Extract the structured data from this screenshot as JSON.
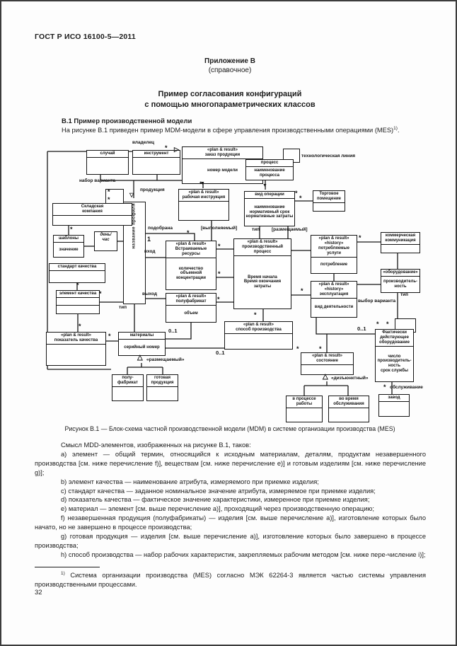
{
  "page": {
    "header": "ГОСТ Р ИСО 16100-5—2011",
    "annex": {
      "line1": "Приложение В",
      "line2": "(справочное)"
    },
    "title": {
      "line1": "Пример согласования конфигураций",
      "line2": "с помощью многопараметрических классов"
    },
    "section_heading": "В.1 Пример производственной модели",
    "intro": {
      "text": "На рисунке В.1 приведен пример MDM-модели в сфере управления производственными операциями (MES)",
      "footnote_ref": "1)",
      "suffix": "."
    },
    "caption": "Рисунок В.1 — Блок-схема частной производственной модели (MDM) в системе организации производства (MES)",
    "paragraphs": [
      "Смысл MDD-элементов, изображенных на рисунке В.1, таков:",
      "а) элемент — общий термин, относящийся к исходным материалам, деталям, продуктам незавершенного производства [см. ниже перечисление f)], веществам [см. ниже перечисление е)] и готовым изделиям [см. ниже перечисление g)];",
      "b) элемент качества — наименование атрибута, измеряемого при приемке изделия;",
      "c) стандарт качества — заданное номинальное значение атрибута, измеряемое при приемке изделия;",
      "d) показатель качества — фактическое значение характеристики, измеренное при приемке изделия;",
      "е) материал — элемент [см. выше перечисление а)], проходящий через производственную операцию;",
      "f) незавершенная продукция (полуфабрикаты) — изделия [см. выше перечисление а)], изготовление которых было начато, но не завершено в процессе производства;",
      "g) готовая продукция — изделия [см. выше перечисление а)], изготовление которых было завершено в процессе производства;",
      "h) способ производства — набор рабочих характеристик, закрепляемых рабочим методом [см. ниже пере-числение i)];"
    ],
    "footnote": {
      "ref": "1)",
      "text": "Система организации производства (MES) согласно МЭК 62264-3 является частью системы управления производственными процессами."
    },
    "page_number": "32"
  },
  "diagram": {
    "asterisk": "*",
    "nodes": [
      {
        "id": "process_self",
        "comps": [
          ""
        ]
      },
      {
        "id": "fakt_self",
        "comps": [
          ""
        ]
      },
      {
        "id": "nabor_box",
        "comps": [
          ""
        ]
      },
      {
        "id": "sluchay",
        "comps": [
          "случай",
          ""
        ]
      },
      {
        "id": "instrument",
        "comps": [
          "инструмент",
          ""
        ]
      },
      {
        "id": "zakaz",
        "comps": [
          "«plan & result»\nзаказ продукции",
          "номер модели"
        ]
      },
      {
        "id": "rab_instr",
        "comps": [
          "«plan & result»\nрабочая инструкция",
          ""
        ]
      },
      {
        "id": "process",
        "comps": [
          "процесс",
          "наименование\nпроцесса"
        ]
      },
      {
        "id": "vid_oper",
        "comps": [
          "вид операции",
          "наименование\nнормативный срок\nнормативные затраты"
        ]
      },
      {
        "id": "torg",
        "comps": [
          "Торговое\nпомещение",
          ""
        ]
      },
      {
        "id": "uslugi",
        "comps": [
          "«plan & result»\n«history»\nпотребляемые\nуслуги",
          "потребление"
        ]
      },
      {
        "id": "kommerc",
        "comps": [
          "коммерческая\nкоммуникация",
          ""
        ]
      },
      {
        "id": "oborud",
        "comps": [
          "«оборудование»",
          "производитель-\nность"
        ]
      },
      {
        "id": "ekspl",
        "comps": [
          "«plan & result»\n«history»\nэксплуатация",
          "вид деятельности"
        ]
      },
      {
        "id": "proizv",
        "comps": [
          "«plan & result»\nпроизводственный\nпроцесс",
          "Время начала\nВремя окончания\nзатраты"
        ]
      },
      {
        "id": "sposob",
        "comps": [
          "«plan & result»\nспособ производства",
          ""
        ]
      },
      {
        "id": "vstr",
        "comps": [
          "«plan & result»\nВстраиваемые\nресурсы",
          "количество\nобъемной\nконцентрации"
        ]
      },
      {
        "id": "polufab_mid",
        "comps": [
          "«plan & result»\nполуфабрикат",
          "объем"
        ]
      },
      {
        "id": "profil",
        "comps": [
          "название профиля"
        ]
      },
      {
        "id": "sklad",
        "comps": [
          "Складская\nкомпания",
          ""
        ]
      },
      {
        "id": "shablony",
        "comps": [
          "шаблоны",
          "значение"
        ]
      },
      {
        "id": "denchas",
        "comps": [
          "день/\nчас"
        ]
      },
      {
        "id": "standart",
        "comps": [
          "стандарт качества",
          ""
        ]
      },
      {
        "id": "element",
        "comps": [
          "элемент качества",
          "",
          ""
        ]
      },
      {
        "id": "pokazatel",
        "comps": [
          "«plan & result»\nпоказатель качества",
          ""
        ]
      },
      {
        "id": "materialy",
        "comps": [
          "материалы",
          "серийный номер"
        ]
      },
      {
        "id": "polufab",
        "comps": [
          "полу-\nфабрикат",
          ""
        ]
      },
      {
        "id": "gotovaya",
        "comps": [
          "готовая\nпродукция",
          ""
        ]
      },
      {
        "id": "sostoyanie",
        "comps": [
          "«plan & result»\nсостояние",
          ""
        ]
      },
      {
        "id": "vprocesse",
        "comps": [
          "в процессе\nработы",
          ""
        ]
      },
      {
        "id": "vovremya",
        "comps": [
          "во время\nобслуживания",
          ""
        ]
      },
      {
        "id": "fakt",
        "comps": [
          "Фактически\nдействующее\nоборудование",
          "число\nпроизводитель-\nность\nсрок службы"
        ]
      },
      {
        "id": "zavod",
        "comps": [
          "завод",
          ""
        ]
      }
    ],
    "labels": [
      {
        "id": "vladelec",
        "text": "владелец"
      },
      {
        "id": "nabor",
        "text": "набор варианта"
      },
      {
        "id": "produkciya",
        "text": "продукция"
      },
      {
        "id": "podobrana",
        "text": "подобрана"
      },
      {
        "id": "vypolnyaemyj",
        "text": "[выполняемый]"
      },
      {
        "id": "tip1",
        "text": "тип"
      },
      {
        "id": "razmeshchaemyj1",
        "text": "[размещаемый]"
      },
      {
        "id": "one",
        "text": "1"
      },
      {
        "id": "vhod",
        "text": "вход"
      },
      {
        "id": "vyhod",
        "text": "выход"
      },
      {
        "id": "tip2",
        "text": "тип"
      },
      {
        "id": "mult1",
        "text": "0..1"
      },
      {
        "id": "mult2",
        "text": "0..1"
      },
      {
        "id": "mult3",
        "text": "0..1"
      },
      {
        "id": "razmeshchaemyj2",
        "text": "«размещаемый»"
      },
      {
        "id": "dizyunktnyj",
        "text": "«дизъюнктный»"
      },
      {
        "id": "tehlinija",
        "text": "технологическая линия"
      },
      {
        "id": "vybor",
        "text": "выбор варианта"
      },
      {
        "id": "tip3",
        "text": "тип"
      },
      {
        "id": "obsluzhivanie",
        "text": "обслуживание"
      }
    ]
  }
}
